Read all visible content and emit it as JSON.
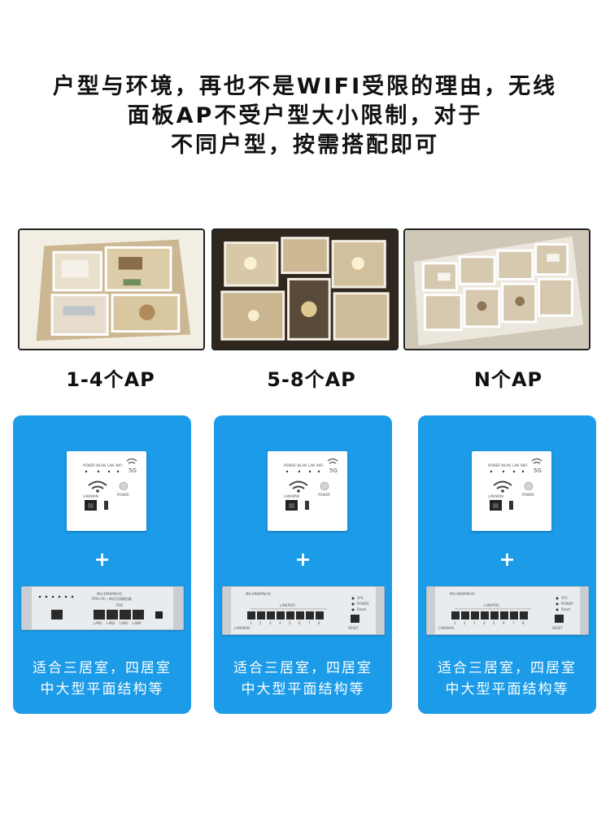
{
  "headline": {
    "line1": "户型与环境，再也不是WIFI受限的理由，无线",
    "line2": "面板AP不受户型大小限制，对于",
    "line3": "不同户型，按需搭配即可"
  },
  "options": [
    {
      "ap_label": "1-4个AP",
      "plus": "+",
      "desc_line1": "适合三居室，四居室",
      "desc_line2": "中大型平面结构等",
      "panel": {
        "power_label": "POWER",
        "lanwan_label": "LAN/WAN",
        "leds": [
          "POWER",
          "WLAN",
          "LAN",
          "WIFI"
        ],
        "badge": "5G"
      },
      "device": {
        "model": "MQ-4950PW-AC",
        "subtitle": "POE+AC一体化无线路由器",
        "poe_label": "POE",
        "ports": [
          "LAN1",
          "LAN2",
          "LAN3",
          "LAN4"
        ]
      }
    },
    {
      "ap_label": "5-8个AP",
      "plus": "+",
      "desc_line1": "适合三居室，四居室",
      "desc_line2": "中大型平面结构等",
      "panel": {
        "power_label": "POWER",
        "lanwan_label": "LAN/WAN",
        "leds": [
          "POWER",
          "WLAN",
          "LAN",
          "WIFI"
        ],
        "badge": "5G"
      },
      "device": {
        "model": "MQ-4960PW-AC",
        "group_label": "LAN(POE)",
        "lan_label": "LAN/WAN",
        "status": [
          "SYS",
          "POWER",
          "Reset"
        ],
        "reset_label": "RESET",
        "ports": [
          "1",
          "2",
          "3",
          "4",
          "5",
          "6",
          "7",
          "8"
        ]
      }
    },
    {
      "ap_label": "N个AP",
      "plus": "+",
      "desc_line1": "适合三居室，四居室",
      "desc_line2": "中大型平面结构等",
      "panel": {
        "power_label": "POWER",
        "lanwan_label": "LAN/WAN",
        "leds": [
          "POWER",
          "WLAN",
          "LAN",
          "WIFI"
        ],
        "badge": "5G"
      },
      "device": {
        "model": "MQ-4960PW-AC",
        "group_label": "LAN(POE)",
        "lan_label": "LAN/WAN",
        "status": [
          "SYS",
          "POWER",
          "Reset"
        ],
        "reset_label": "RESET",
        "ports": [
          "1",
          "2",
          "3",
          "4",
          "5",
          "6",
          "7",
          "8"
        ]
      }
    }
  ],
  "colors": {
    "card_blue": "#1b9be8",
    "text_dark": "#111111",
    "white": "#ffffff"
  }
}
